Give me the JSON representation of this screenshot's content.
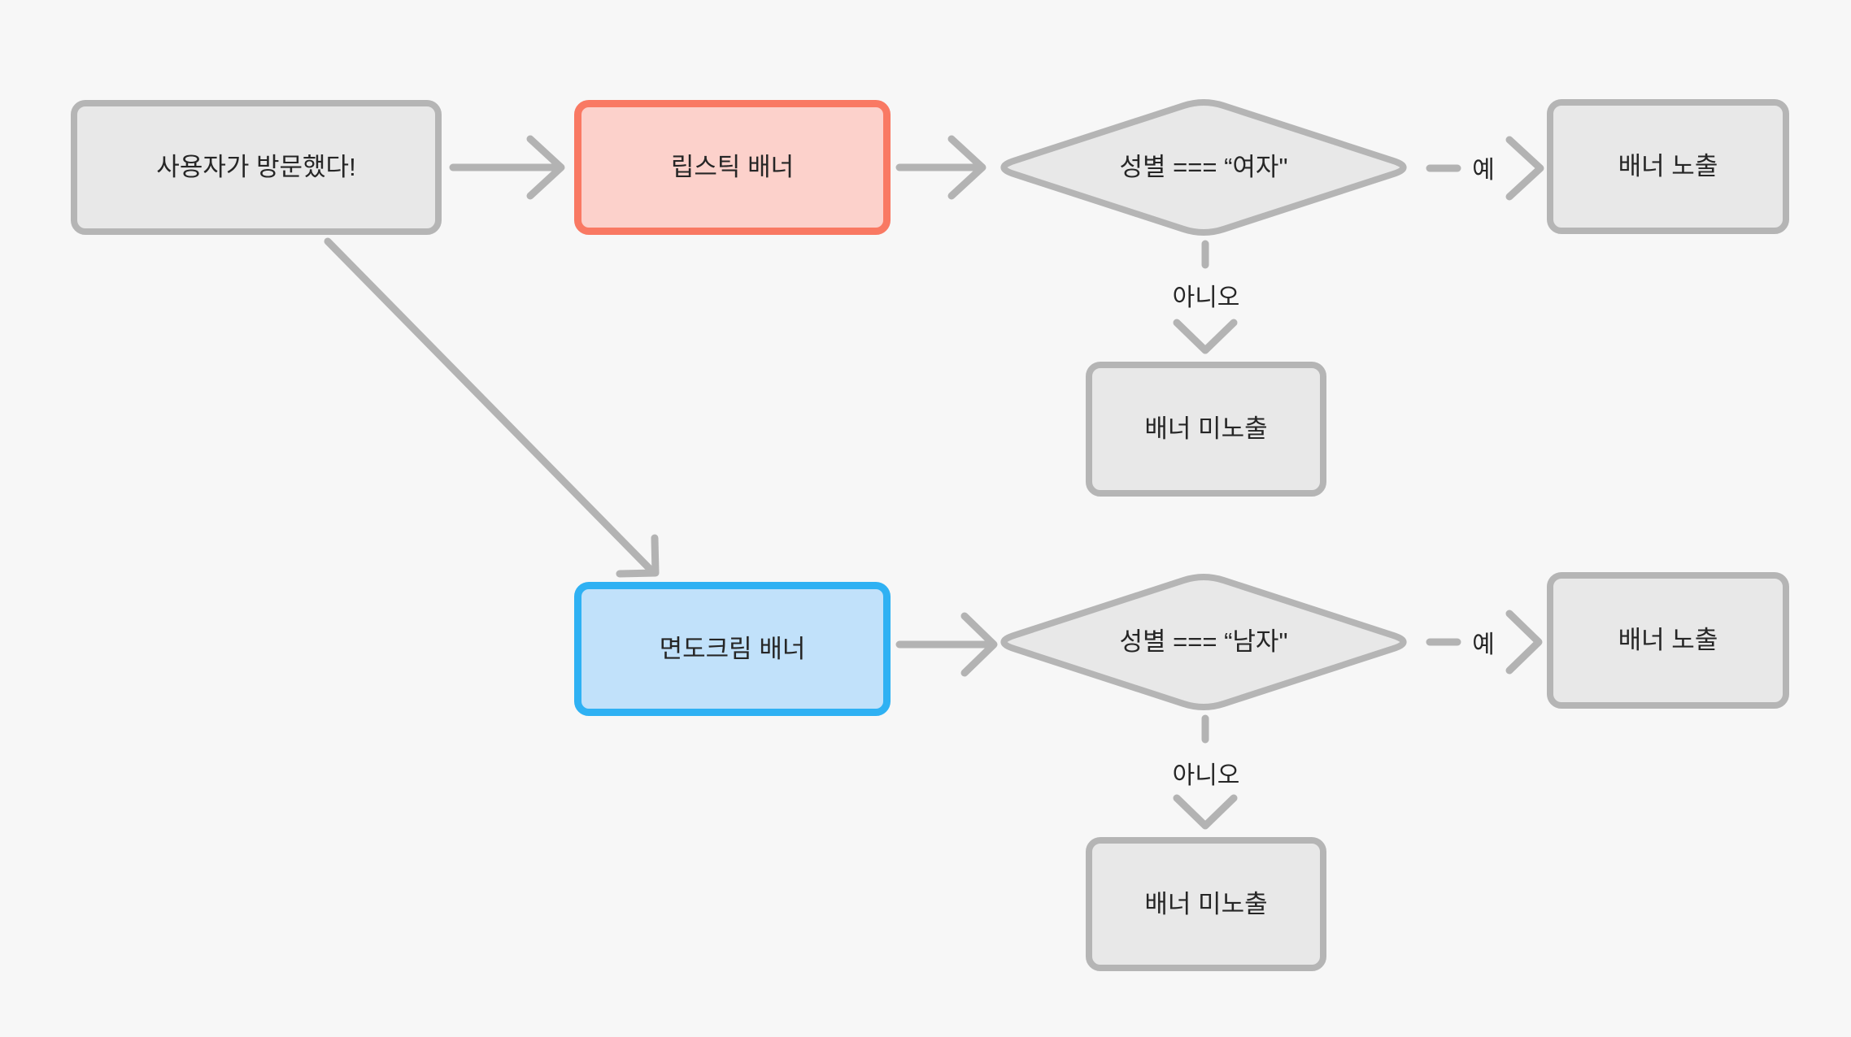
{
  "diagram": {
    "nodes": {
      "start": {
        "label": "사용자가 방문했다!",
        "shape": "rectangle",
        "variant": "gray"
      },
      "lipstick": {
        "label": "립스틱 배너",
        "shape": "rectangle",
        "variant": "red"
      },
      "decision_female": {
        "label": "성별 === “여자\"",
        "shape": "diamond",
        "variant": "gray"
      },
      "banner_show_1": {
        "label": "배너 노출",
        "shape": "rectangle",
        "variant": "gray"
      },
      "banner_hide_1": {
        "label": "배너 미노출",
        "shape": "rectangle",
        "variant": "gray"
      },
      "shaving": {
        "label": "면도크림 배너",
        "shape": "rectangle",
        "variant": "blue"
      },
      "decision_male": {
        "label": "성별 === “남자\"",
        "shape": "diamond",
        "variant": "gray"
      },
      "banner_show_2": {
        "label": "배너 노출",
        "shape": "rectangle",
        "variant": "gray"
      },
      "banner_hide_2": {
        "label": "배너 미노출",
        "shape": "rectangle",
        "variant": "gray"
      }
    },
    "edge_labels": {
      "yes_1": "예",
      "no_1": "아니오",
      "yes_2": "예",
      "no_2": "아니오"
    }
  },
  "colors": {
    "background": "#f7f7f7",
    "node_fill": "#e8e8e8",
    "node_border": "#b5b5b5",
    "connector": "#b3b3b3",
    "text": "#262626",
    "lipstick_fill": "#fcd1cb",
    "lipstick_border": "#f97963",
    "shaving_fill": "#c1e1fa",
    "shaving_border": "#2fb1f3"
  }
}
